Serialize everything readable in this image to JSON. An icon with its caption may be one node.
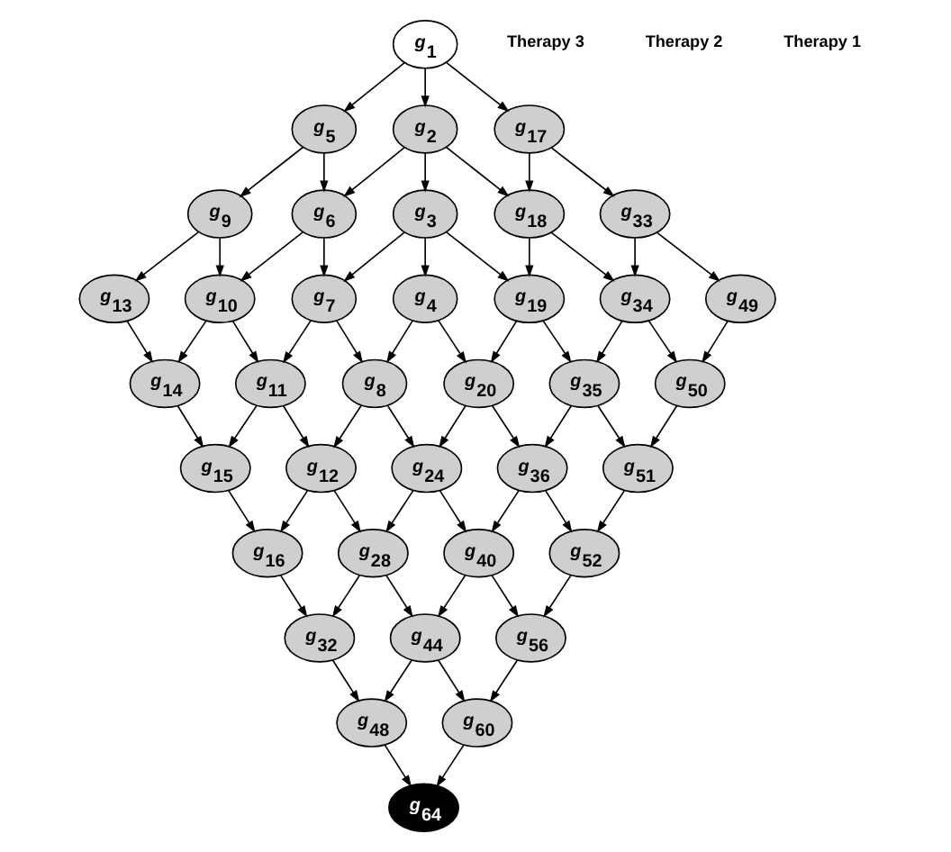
{
  "diagram": {
    "nodes": [
      {
        "text": [
          "g$_{1}$"
        ]
      },
      {
        "text": [
          "g$_{2}$"
        ]
      },
      {
        "text": [
          "g$_{3}$"
        ]
      },
      {
        "text": [
          "g$_{4}$"
        ]
      },
      {
        "text": [
          "g$_{5}$"
        ]
      },
      {
        "text": [
          "g$_{6}$"
        ]
      },
      {
        "text": [
          "g$_{7}$"
        ]
      },
      {
        "text": [
          "g$_{8}$"
        ]
      },
      {
        "text": [
          "g$_{9}$"
        ]
      },
      {
        "text": [
          "g$_{10}$"
        ]
      },
      {
        "text": [
          "g$_{11}$"
        ]
      },
      {
        "text": [
          "g$_{12}$"
        ]
      },
      {
        "text": [
          "g$_{13}$"
        ]
      },
      {
        "text": [
          "g$_{14}$"
        ]
      },
      {
        "text": [
          "g$_{15}$"
        ]
      },
      {
        "text": [
          "g$_{16}$"
        ]
      },
      {
        "text": [
          "g$_{17}$"
        ]
      },
      {
        "text": [
          "g$_{18}$"
        ]
      },
      {
        "text": [
          "g$_{19}$"
        ]
      },
      {
        "text": [
          "g$_{20}$"
        ]
      },
      {
        "text": [
          "g$_{24}$"
        ]
      },
      {
        "text": [
          "g$_{28}$"
        ]
      },
      {
        "text": [
          "g$_{32}$"
        ]
      },
      {
        "text": [
          "g$_{33}$"
        ]
      },
      {
        "text": [
          "g$_{34}$"
        ]
      },
      {
        "text": [
          "g$_{35}$"
        ]
      },
      {
        "text": [
          "g$_{36}$"
        ]
      },
      {
        "text": [
          "g$_{40}$"
        ]
      },
      {
        "text": [
          "g$_{44}$"
        ]
      },
      {
        "text": [
          "g$_{48}$"
        ]
      },
      {
        "text": [
          "g$_{49}$"
        ]
      },
      {
        "text": [
          "g$_{50}$"
        ]
      },
      {
        "text": [
          "g$_{51}$"
        ]
      },
      {
        "text": [
          "g$_{52}$"
        ]
      },
      {
        "text": [
          "g$_{56}$"
        ]
      },
      {
        "text": [
          "g$_{60}$"
        ]
      },
      {
        "text": [
          "g$_{64}$"
        ]
      }
    ],
    "edges": [
      {
        "from": 0,
        "to": 1,
        "arrow": "to"
      },
      {
        "from": 1,
        "to": 2,
        "arrow": "to"
      },
      {
        "from": 2,
        "to": 3,
        "arrow": "to"
      },
      {
        "from": 4,
        "to": 5,
        "arrow": "to"
      },
      {
        "from": 5,
        "to": 6,
        "arrow": "to"
      },
      {
        "from": 6,
        "to": 7,
        "arrow": "to"
      },
      {
        "from": 8,
        "to": 9,
        "arrow": "to"
      },
      {
        "from": 9,
        "to": 10,
        "arrow": "to"
      },
      {
        "from": 10,
        "to": 11,
        "arrow": "to"
      },
      {
        "from": 12,
        "to": 13,
        "arrow": "to"
      },
      {
        "from": 13,
        "to": 14,
        "arrow": "to"
      },
      {
        "from": 14,
        "to": 15,
        "arrow": "to"
      },
      {
        "from": 0,
        "to": 4,
        "arrow": "to"
      },
      {
        "from": 4,
        "to": 8,
        "arrow": "to"
      },
      {
        "from": 8,
        "to": 12,
        "arrow": "to"
      },
      {
        "from": 1,
        "to": 5,
        "arrow": "to"
      },
      {
        "from": 5,
        "to": 9,
        "arrow": "to"
      },
      {
        "from": 9,
        "to": 13,
        "arrow": "to"
      },
      {
        "from": 2,
        "to": 6,
        "arrow": "to"
      },
      {
        "from": 6,
        "to": 10,
        "arrow": "to"
      },
      {
        "from": 10,
        "to": 14,
        "arrow": "to"
      },
      {
        "from": 3,
        "to": 7,
        "arrow": "to"
      },
      {
        "from": 7,
        "to": 11,
        "arrow": "to"
      },
      {
        "from": 11,
        "to": 15,
        "arrow": "to"
      },
      {
        "from": 0,
        "to": 16,
        "arrow": "to"
      },
      {
        "from": 1,
        "to": 17,
        "arrow": "to"
      },
      {
        "from": 2,
        "to": 18,
        "arrow": "to"
      },
      {
        "from": 3,
        "to": 19,
        "arrow": "to"
      },
      {
        "from": 7,
        "to": 20,
        "arrow": "to"
      },
      {
        "from": 11,
        "to": 21,
        "arrow": "to"
      },
      {
        "from": 15,
        "to": 22,
        "arrow": "to"
      },
      {
        "from": 16,
        "to": 17,
        "arrow": "to"
      },
      {
        "from": 17,
        "to": 18,
        "arrow": "to"
      },
      {
        "from": 18,
        "to": 19,
        "arrow": "to"
      },
      {
        "from": 19,
        "to": 20,
        "arrow": "to"
      },
      {
        "from": 20,
        "to": 21,
        "arrow": "to"
      },
      {
        "from": 21,
        "to": 22,
        "arrow": "to"
      },
      {
        "from": 16,
        "to": 23,
        "arrow": "to"
      },
      {
        "from": 17,
        "to": 24,
        "arrow": "to"
      },
      {
        "from": 18,
        "to": 25,
        "arrow": "to"
      },
      {
        "from": 19,
        "to": 26,
        "arrow": "to"
      },
      {
        "from": 20,
        "to": 27,
        "arrow": "to"
      },
      {
        "from": 21,
        "to": 28,
        "arrow": "to"
      },
      {
        "from": 22,
        "to": 29,
        "arrow": "to"
      },
      {
        "from": 23,
        "to": 24,
        "arrow": "to"
      },
      {
        "from": 24,
        "to": 25,
        "arrow": "to"
      },
      {
        "from": 25,
        "to": 26,
        "arrow": "to"
      },
      {
        "from": 26,
        "to": 27,
        "arrow": "to"
      },
      {
        "from": 27,
        "to": 28,
        "arrow": "to"
      },
      {
        "from": 28,
        "to": 29,
        "arrow": "to"
      },
      {
        "from": 23,
        "to": 30,
        "arrow": "to"
      },
      {
        "from": 24,
        "to": 31,
        "arrow": "to"
      },
      {
        "from": 25,
        "to": 32,
        "arrow": "to"
      },
      {
        "from": 26,
        "to": 33,
        "arrow": "to"
      },
      {
        "from": 27,
        "to": 34,
        "arrow": "to"
      },
      {
        "from": 28,
        "to": 35,
        "arrow": "to"
      },
      {
        "from": 29,
        "to": 36,
        "arrow": "to"
      },
      {
        "from": 30,
        "to": 31,
        "arrow": "to"
      },
      {
        "from": 31,
        "to": 32,
        "arrow": "to"
      },
      {
        "from": 32,
        "to": 33,
        "arrow": "to"
      },
      {
        "from": 33,
        "to": 34,
        "arrow": "to"
      },
      {
        "from": 34,
        "to": 35,
        "arrow": "to"
      },
      {
        "from": 35,
        "to": 36,
        "arrow": "to"
      }
    ],
    "labels": [
      "Therapy 3",
      "Therapy 2",
      "Therapy 1"
    ]
  }
}
